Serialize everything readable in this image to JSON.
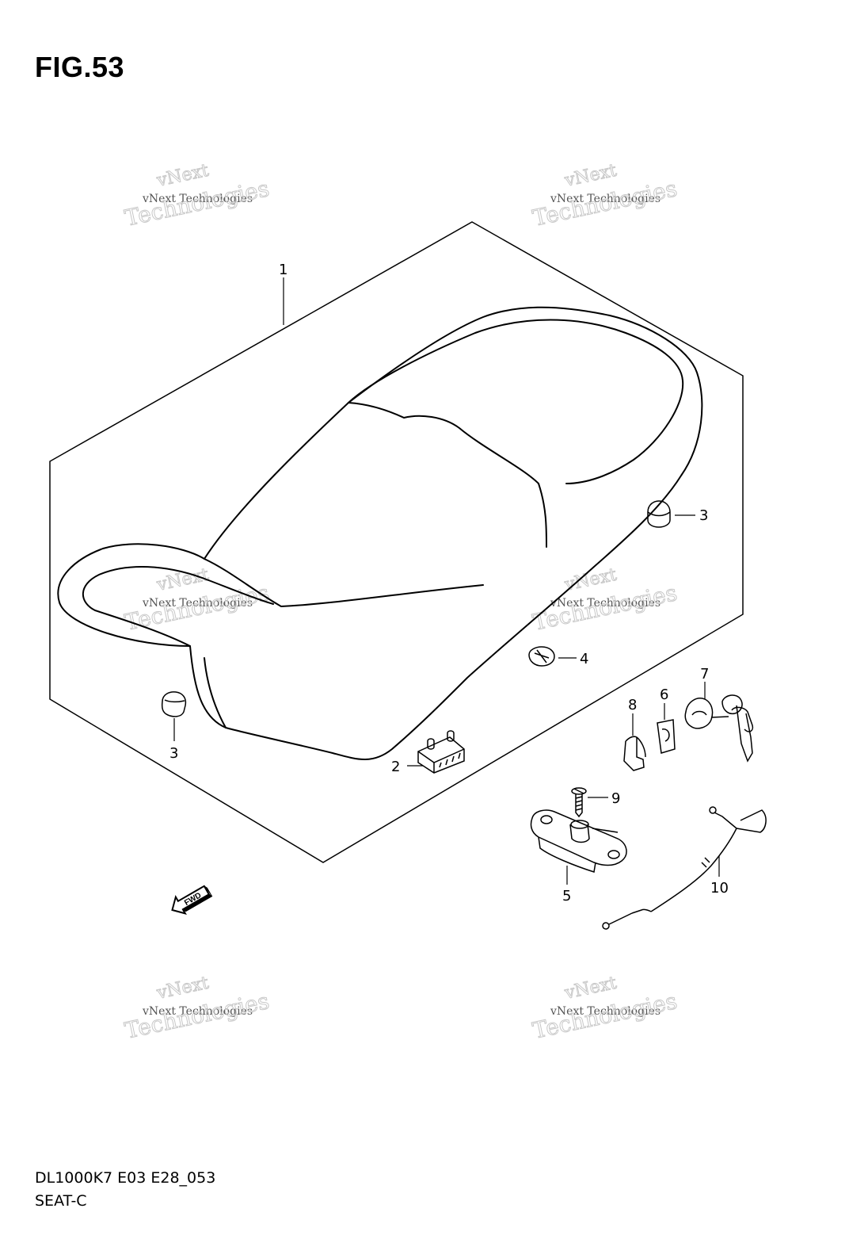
{
  "figure": {
    "title": "FIG.53",
    "code": "DL1000K7 E03 E28_053",
    "name": "SEAT-C"
  },
  "callouts": [
    {
      "id": "1"
    },
    {
      "id": "2"
    },
    {
      "id": "3"
    },
    {
      "id": "3"
    },
    {
      "id": "4"
    },
    {
      "id": "5"
    },
    {
      "id": "6"
    },
    {
      "id": "7"
    },
    {
      "id": "8"
    },
    {
      "id": "9"
    },
    {
      "id": "10"
    }
  ],
  "fwd_arrow": {
    "label": "FWD"
  },
  "watermark": {
    "line1": "vNext",
    "line2": "vNext Technologies",
    "line3": "Technologies"
  },
  "colors": {
    "line": "#000000",
    "watermark": "#c8c8c8",
    "background": "#ffffff"
  }
}
